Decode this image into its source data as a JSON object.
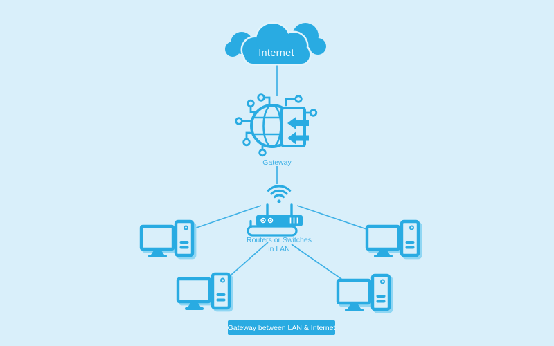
{
  "diagram": {
    "type": "network-diagram",
    "nodes": {
      "internet": {
        "label": "Internet",
        "icon": "cloud-icon"
      },
      "gateway": {
        "label": "Gateway",
        "icon": "globe-circuit-icon"
      },
      "router": {
        "label_line1": "Routers or Switches",
        "label_line2": "in LAN",
        "icon": "wireless-router-icon"
      },
      "computers": {
        "count": 4,
        "icon": "desktop-computer-icon"
      }
    },
    "connections": [
      {
        "from": "internet",
        "to": "gateway"
      },
      {
        "from": "gateway",
        "to": "router"
      },
      {
        "from": "router",
        "to": "computer-left"
      },
      {
        "from": "router",
        "to": "computer-right"
      },
      {
        "from": "router",
        "to": "computer-bottom-left"
      },
      {
        "from": "router",
        "to": "computer-bottom-right"
      }
    ],
    "caption": {
      "label": "Gateway between LAN & Internet"
    }
  },
  "colors": {
    "background": "#d9effa",
    "primary": "#29abe2",
    "label_blue": "#3fb1e6",
    "icon_shadow": "#8fd6f3",
    "badge_text": "#ffffff"
  }
}
